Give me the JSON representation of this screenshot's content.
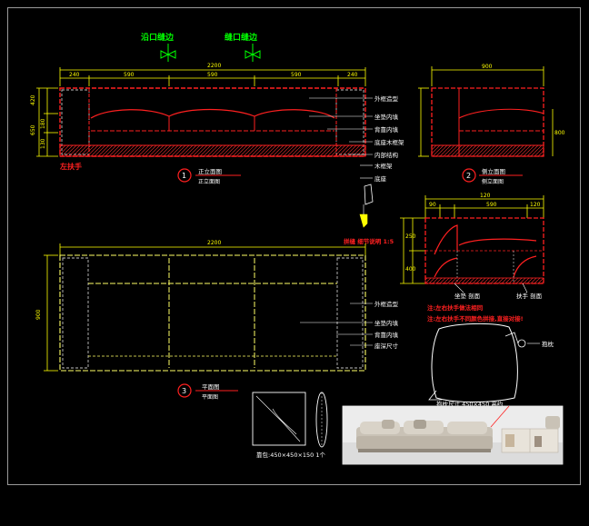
{
  "top_labels": {
    "left": "沿口缝边",
    "right": "缝口缝边"
  },
  "front": {
    "dims": [
      "240",
      "2200",
      "590",
      "590",
      "590",
      "240"
    ],
    "vdims": [
      "420",
      "180",
      "130",
      "650"
    ],
    "left_note": "左扶手",
    "callouts": [
      "外框造型",
      "坐垫内填",
      "背靠内填",
      "底座木框架",
      "内部结构",
      "木框架",
      "底座"
    ],
    "view_no": "1",
    "view_title": "正立面图",
    "view_sub": "正立面图"
  },
  "side": {
    "dims": [
      "900",
      "800"
    ],
    "view_no": "2",
    "view_title": "侧立面图",
    "view_sub": "侧立面图"
  },
  "detail": {
    "top_dims": [
      "120",
      "90",
      "590",
      "120"
    ],
    "left_note": "拼缝 细节说明 1:5",
    "left_dims": [
      "250",
      "400"
    ],
    "right_notes": [
      "坐垫 剖面",
      "扶手 剖面"
    ],
    "red_notes": [
      "注:左右扶手做法相同",
      "注:左右扶手不同颜色拼接,直接对接!"
    ]
  },
  "plan": {
    "dims": [
      "2200",
      "900"
    ],
    "callouts": [
      "外框造型",
      "坐垫内填",
      "背靠内填",
      "座深尺寸"
    ],
    "view_no": "3",
    "view_title": "平面图",
    "view_sub": "平面图"
  },
  "pillow": {
    "note": "抱枕",
    "caption": "抱枕尺寸 450×450 高约",
    "cushion_caption": "靠包:450×450×150 1个"
  },
  "photo": {
    "alt": "沙发效果图"
  }
}
